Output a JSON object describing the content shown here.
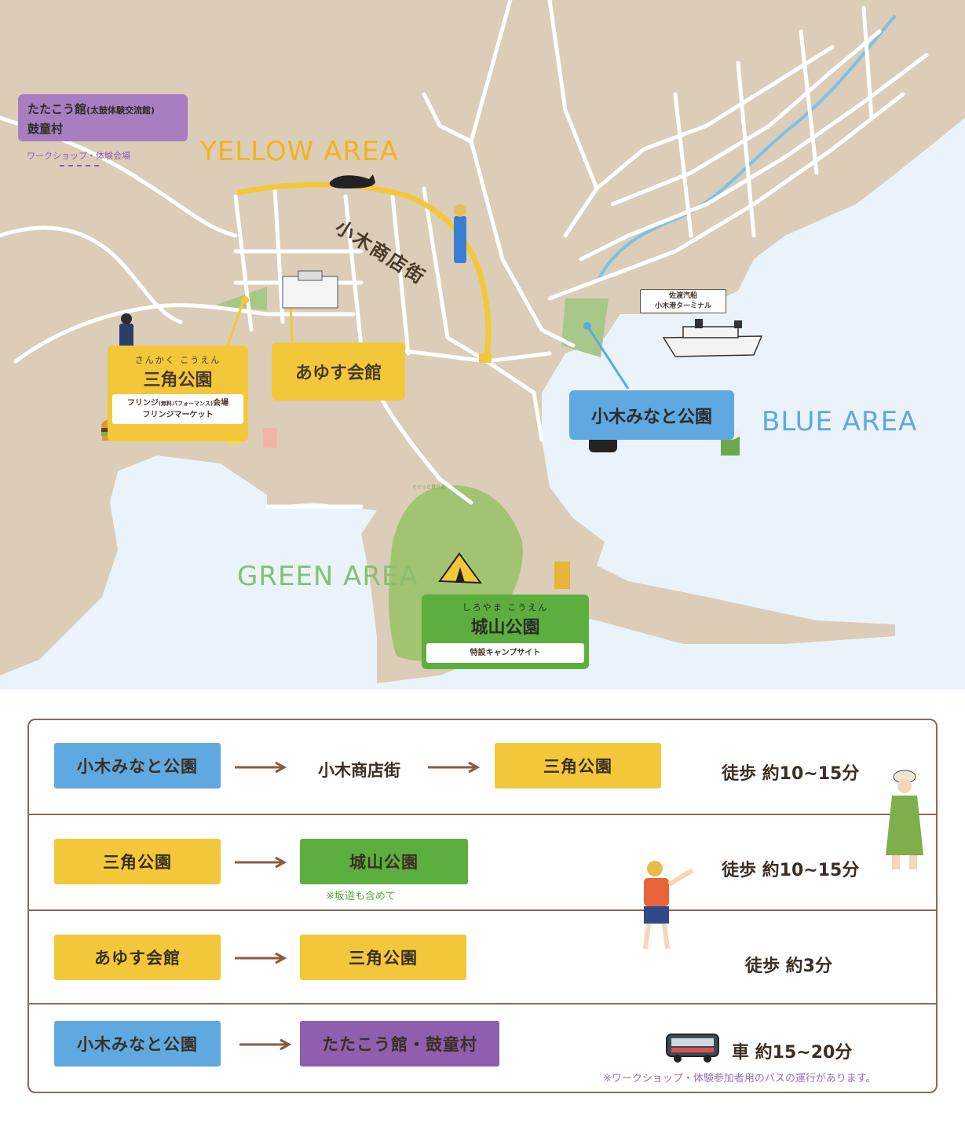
{
  "colors": {
    "sea": "#eaf3fa",
    "land": "#dccdb8",
    "road": "#ffffff",
    "yellow": "#f2c83a",
    "blue": "#5fa9e0",
    "green": "#5cae3e",
    "purple": "#8f5fae",
    "border": "#8a6a52"
  },
  "map": {
    "areas": {
      "yellow": "YELLOW AREA",
      "blue": "BLUE AREA",
      "green": "GREEN AREA"
    },
    "street_label": "小木商店街",
    "tatakokan": {
      "name": "たたこう館",
      "name_note": "(太鼓体験交流館)",
      "sub": "鼓童村",
      "caption": "ワークショップ・体験会場"
    },
    "sankaku_park": {
      "ruby": "さんかく こうえん",
      "name": "三角公園",
      "tag_line1_a": "フリンジ",
      "tag_line1_small": "(無料パフォーマンス)",
      "tag_line1_b": "会場",
      "tag_line2": "フリンジマーケット"
    },
    "ayusu_hall": {
      "name": "あゆす会館"
    },
    "minato_park": {
      "name": "小木みなと公園"
    },
    "terminal": {
      "line1": "佐渡汽船",
      "line2": "小木港ターミナル"
    },
    "shiroyama_park": {
      "ruby": "しろやま こうえん",
      "name": "城山公園",
      "tag": "特設キャンプサイト"
    },
    "path_note": "ぐぐっと登り道"
  },
  "routes": [
    {
      "from": "小木みなと公園",
      "from_color": "blue",
      "via": "小木商店街",
      "to": "三角公園",
      "to_color": "yellow",
      "time": "徒歩 約10~15分"
    },
    {
      "from": "三角公園",
      "from_color": "yellow",
      "to": "城山公園",
      "to_color": "green",
      "note": "※坂道も含めて",
      "time": "徒歩 約10~15分"
    },
    {
      "from": "あゆす会館",
      "from_color": "yellow",
      "to": "三角公園",
      "to_color": "yellow",
      "time": "徒歩 約3分"
    },
    {
      "from": "小木みなと公園",
      "from_color": "blue",
      "to": "たたこう館・鼓童村",
      "to_color": "purple",
      "time": "車 約15~20分",
      "note": "※ワークショップ・体験参加者用のバスの運行があります。"
    }
  ],
  "icons": [
    "bus-icon",
    "tent-icon",
    "ferry-icon",
    "cat-icon",
    "burger-icon",
    "pin-icon"
  ]
}
